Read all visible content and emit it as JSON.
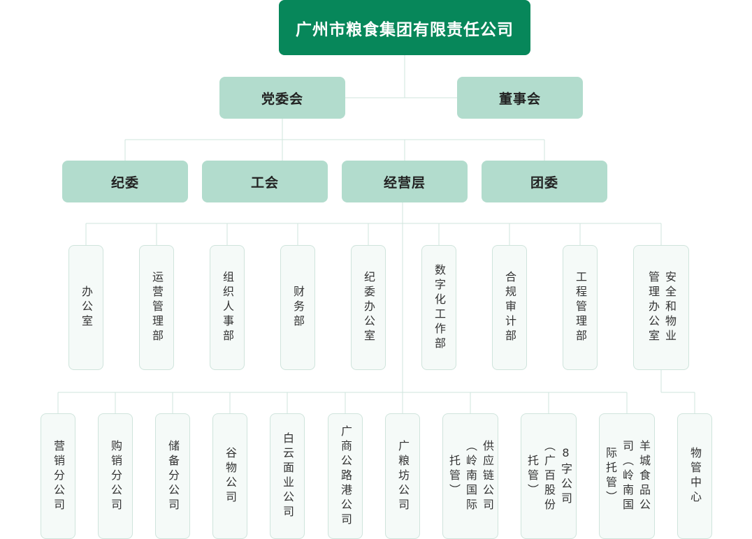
{
  "root": {
    "label": "广州市粮食集团有限责任公司"
  },
  "level1": [
    {
      "label": "党委会"
    },
    {
      "label": "董事会"
    }
  ],
  "level2": [
    {
      "label": "纪委"
    },
    {
      "label": "工会"
    },
    {
      "label": "经营层"
    },
    {
      "label": "团委"
    }
  ],
  "departments": [
    {
      "label": "办公室"
    },
    {
      "label": "运营管理部"
    },
    {
      "label": "组织人事部"
    },
    {
      "label": "财务部"
    },
    {
      "label": "纪委办公室"
    },
    {
      "label": "数字化工作部"
    },
    {
      "label": "合规审计部"
    },
    {
      "label": "工程管理部"
    },
    {
      "label": "安全和物业管理办公室"
    }
  ],
  "companies": [
    {
      "label": "营销分公司"
    },
    {
      "label": "购销分公司"
    },
    {
      "label": "储备分公司"
    },
    {
      "label": "谷物公司"
    },
    {
      "label": "白云面业公司"
    },
    {
      "label": "广商公路港公司"
    },
    {
      "label": "广粮坊公司"
    },
    {
      "label": "供应链公司（岭南国际托管）"
    },
    {
      "label": "8字公司（广百股份托管）"
    },
    {
      "label": "羊城食品公司（岭南国际托管）"
    },
    {
      "label": "物管中心"
    }
  ],
  "colors": {
    "root_bg": "#07875a",
    "level_bg": "#b2dccd",
    "box_bg": "#f5faf8",
    "box_border": "#cfe4dc",
    "line": "#cfe4dc"
  }
}
